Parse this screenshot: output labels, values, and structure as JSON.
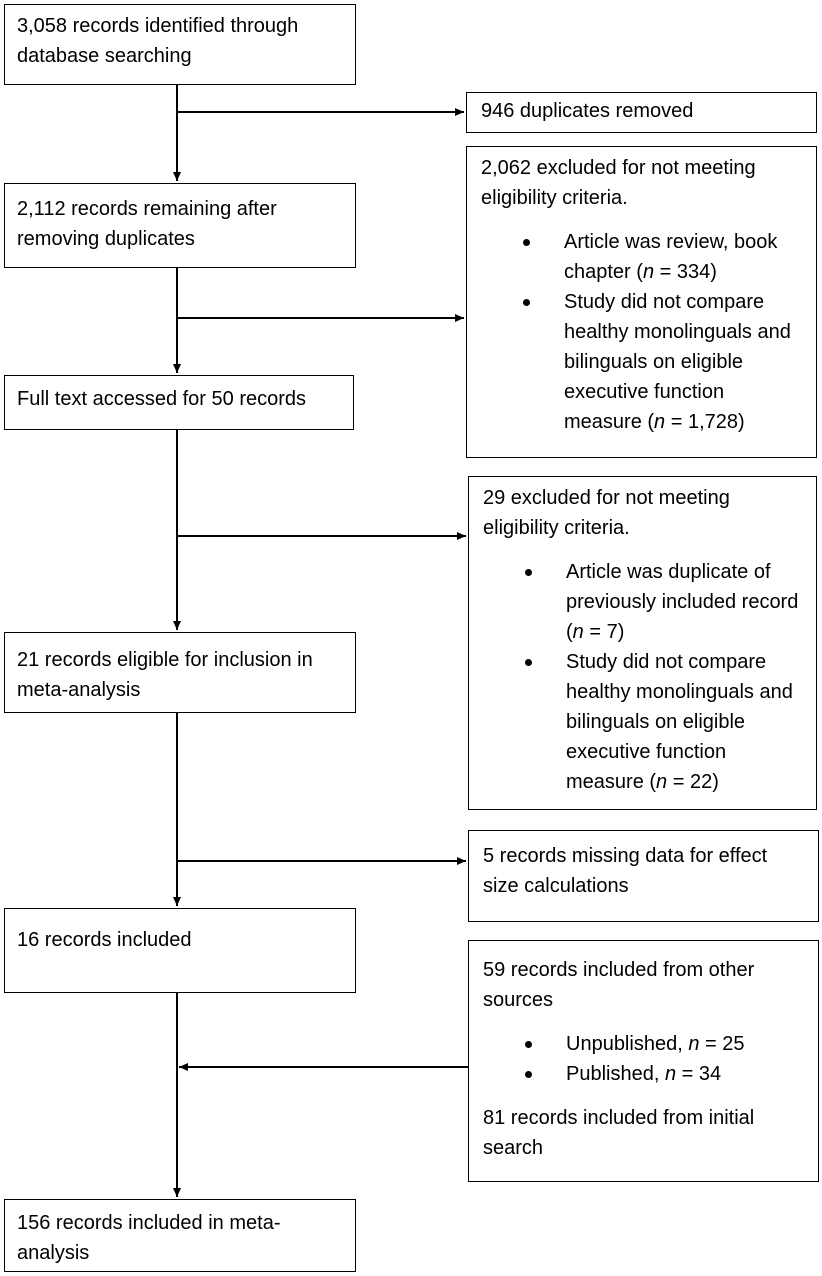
{
  "flow": {
    "identified": {
      "line1": "3,058 records identified through",
      "line2": "database searching"
    },
    "remaining": {
      "line1": "2,112 records remaining after",
      "line2": "removing duplicates"
    },
    "fulltext": {
      "line1": "Full text accessed for 50 records"
    },
    "eligible": {
      "line1": "21 records eligible for inclusion in",
      "line2": "meta-analysis"
    },
    "included16": {
      "line1": "16 records included"
    },
    "final": {
      "line1": "156 records included in meta-",
      "line2": "analysis"
    }
  },
  "side": {
    "duplicates": {
      "line1": "946 duplicates removed"
    },
    "excluded2062": {
      "line1": "2,062 excluded for not meeting",
      "line2": "eligibility criteria.",
      "b1_l1": "Article was review, book",
      "b1_l2_pre": "chapter (",
      "b1_n": "n",
      "b1_l2_post": " = 334)",
      "b2_l1": "Study did not compare",
      "b2_l2": "healthy monolinguals and",
      "b2_l3": "bilinguals on eligible",
      "b2_l4": "executive function",
      "b2_l5_pre": "measure (",
      "b2_n": "n",
      "b2_l5_post": " = 1,728)"
    },
    "excluded29": {
      "line1": "29 excluded for not meeting",
      "line2": "eligibility criteria.",
      "b1_l1": "Article was duplicate of",
      "b1_l2": "previously included record",
      "b1_l3_pre": "(",
      "b1_n": "n",
      "b1_l3_post": " = 7)",
      "b2_l1": "Study did not compare",
      "b2_l2": "healthy monolinguals and",
      "b2_l3": "bilinguals on eligible",
      "b2_l4": "executive function",
      "b2_l5_pre": "measure (",
      "b2_n": "n",
      "b2_l5_post": " = 22)"
    },
    "missing": {
      "line1": "5 records missing data for effect",
      "line2": "size calculations"
    },
    "other": {
      "line1": "59 records included from other",
      "line2": "sources",
      "b1_pre": "Unpublished, ",
      "b1_n": "n",
      "b1_post": " = 25",
      "b2_pre": "Published, ",
      "b2_n": "n",
      "b2_post": " = 34",
      "line3": "81 records included from initial",
      "line4": "search"
    }
  },
  "colors": {
    "line": "#000000",
    "background": "#ffffff"
  }
}
